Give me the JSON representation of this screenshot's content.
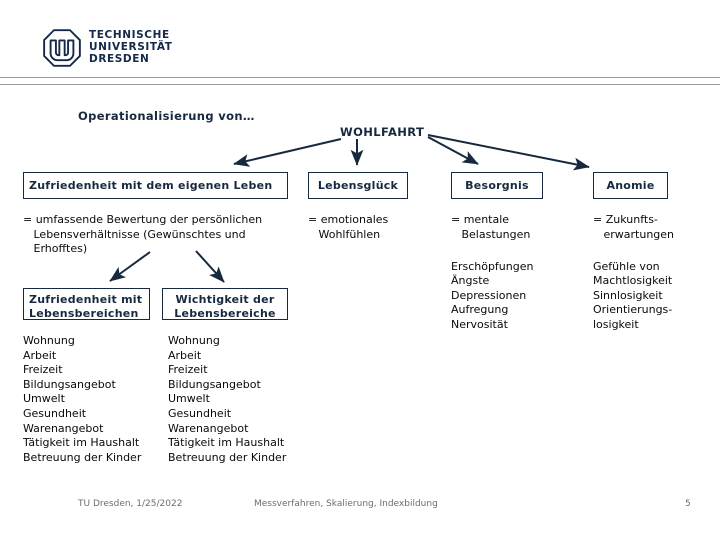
{
  "header": {
    "logo": {
      "icon": "tu-dresden-octagon-logo",
      "line1": "TECHNISCHE",
      "line2": "UNIVERSITÄT",
      "line3": "DRESDEN"
    }
  },
  "slide": {
    "op_title": "Operationalisierung von…",
    "root_label": "WOHLFAHRT",
    "boxes": {
      "zufriedenheit_leben": "Zufriedenheit mit dem eigenen Leben",
      "lebensglueck": "Lebensglück",
      "besorgnis": "Besorgnis",
      "anomie": "Anomie",
      "zufriedenheit_bereiche_line1": "Zufriedenheit mit",
      "zufriedenheit_bereiche_line2": "Lebensbereichen",
      "wichtigkeit_bereiche_line1": "Wichtigkeit der",
      "wichtigkeit_bereiche_line2": "Lebensbereiche"
    },
    "definitions": {
      "col1": "= umfassende Bewertung der persönlichen\n   Lebensverhältnisse (Gewünschtes und\n   Erhofftes)",
      "col2": "= emotionales\n   Wohlfühlen",
      "col3": "= mentale\n   Belastungen",
      "col4": "= Zukunfts-\n   erwartungen"
    },
    "sublists": {
      "col3": "Erschöpfungen\nÄngste\nDepressionen\nAufregung\nNervosität",
      "col4": "Gefühle von\nMachtlosigkeit\nSinnlosigkeit\nOrientierungs-\nlosigkeit"
    },
    "domain_lists": {
      "zufriedenheit": "Wohnung\nArbeit\nFreizeit\nBildungsangebot\nUmwelt\nGesundheit\nWarenangebot\nTätigkeit im Haushalt\nBetreuung der Kinder",
      "wichtigkeit": "Wohnung\nArbeit\nFreizeit\nBildungsangebot\nUmwelt\nGesundheit\nWarenangebot\nTätigkeit im Haushalt\nBetreuung der Kinder"
    }
  },
  "footer": {
    "left": "TU Dresden, 1/25/2022",
    "center": "Messverfahren, Skalierung, Indexbildung",
    "page": "5"
  },
  "colors": {
    "accent_navy": "#17293f",
    "rule_gray": "#9a9a9a",
    "footer_gray": "#6d6d6d",
    "body_black": "#0a0a0a"
  }
}
